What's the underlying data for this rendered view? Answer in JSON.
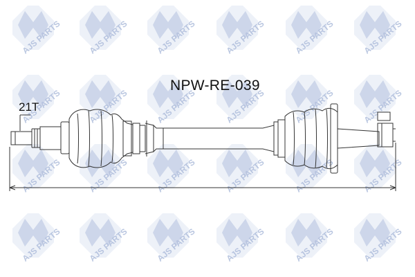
{
  "diagram": {
    "part_number": "NPW-RE-039",
    "spline_label": "21T"
  },
  "watermark": {
    "brand_text": "AJS PARTS",
    "color": "#c4cfe6",
    "icon": "ajs-parts-logo-icon"
  },
  "colors": {
    "line": "#333333",
    "background": "#ffffff"
  }
}
